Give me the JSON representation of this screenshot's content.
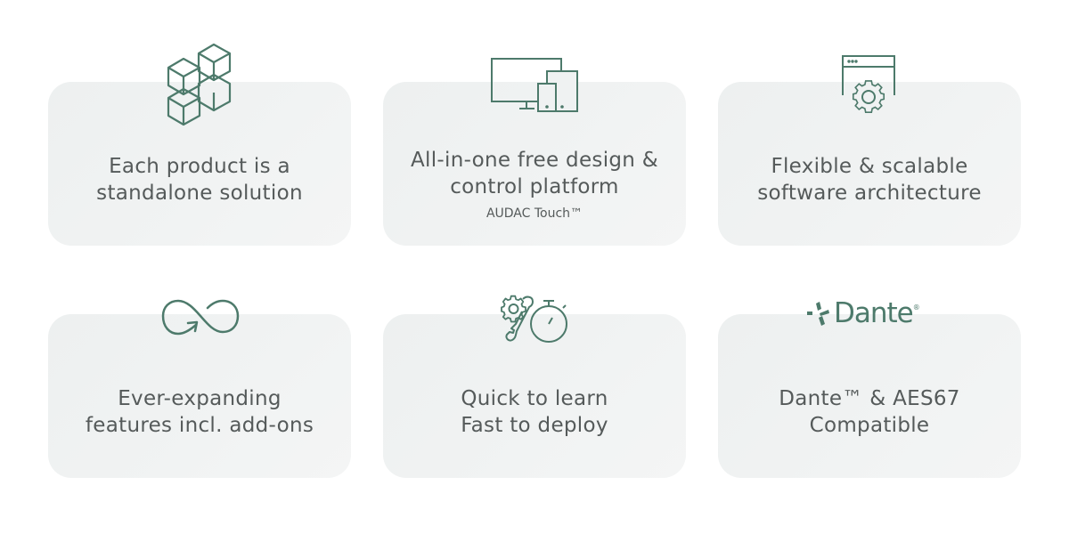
{
  "features": [
    {
      "lines": [
        "Each product is a",
        "standalone solution"
      ],
      "icon": "cubes-icon"
    },
    {
      "lines": [
        "All-in-one free design &",
        "control platform"
      ],
      "subtitle": "AUDAC Touch™",
      "icon": "devices-icon"
    },
    {
      "lines": [
        "Flexible & scalable",
        "software architecture"
      ],
      "icon": "browser-gear-icon"
    },
    {
      "lines": [
        "Ever-expanding",
        "features incl. add-ons"
      ],
      "icon": "infinity-icon"
    },
    {
      "lines": [
        "Quick to learn",
        "Fast to deploy"
      ],
      "icon": "tools-stopwatch-icon"
    },
    {
      "lines": [
        "Dante™ & AES67",
        "Compatible"
      ],
      "icon": "dante-logo",
      "logo_text": "Dante",
      "logo_mark": "®"
    }
  ],
  "colors": {
    "accent": "#4d7a6b",
    "card": "#eff2f2",
    "text": "#555a5a"
  }
}
